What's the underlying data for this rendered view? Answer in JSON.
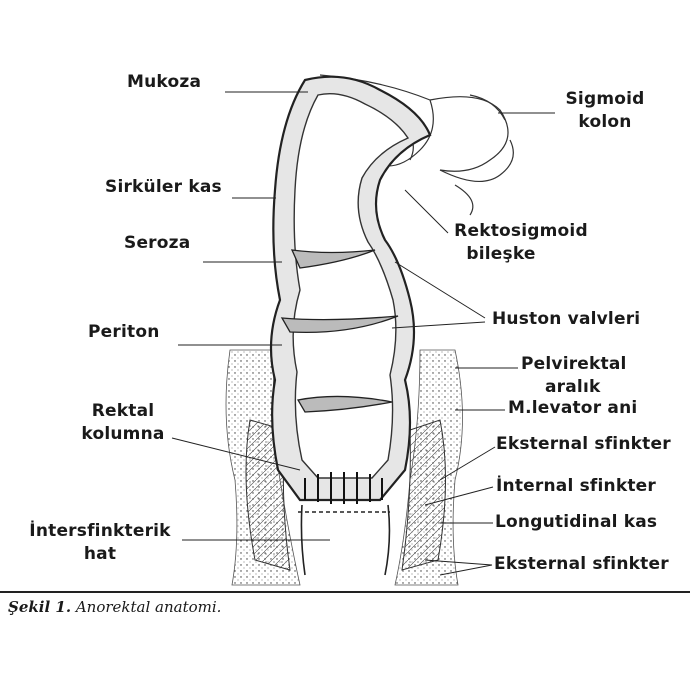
{
  "labels": {
    "mukoza": "Mukoza",
    "sirkuler_kas": "Sirküler kas",
    "seroza": "Seroza",
    "periton": "Periton",
    "rektal_kolumna_1": "Rektal",
    "rektal_kolumna_2": "kolumna",
    "intersfinkterik_1": "İntersfinkterik",
    "intersfinkterik_2": "hat",
    "sigmoid_1": "Sigmoid",
    "sigmoid_2": "kolon",
    "rektosigmoid_1": "Rektosigmoid",
    "rektosigmoid_2": "bileşke",
    "huston": "Huston valvleri",
    "pelvirektal_1": "Pelvirektal",
    "pelvirektal_2": "aralık",
    "levator": "M.levator ani",
    "eksternal_1": "Eksternal sfinkter",
    "internal": "İnternal sfinkter",
    "longitudinal": "Longutidinal kas",
    "eksternal_2": "Eksternal sfinkter"
  },
  "caption": {
    "prefix": "Şekil 1.",
    "text": "Anorektal anatomi."
  },
  "colors": {
    "ink": "#1a1a1a",
    "wall_fill": "#c8c8c8",
    "background": "#ffffff"
  }
}
